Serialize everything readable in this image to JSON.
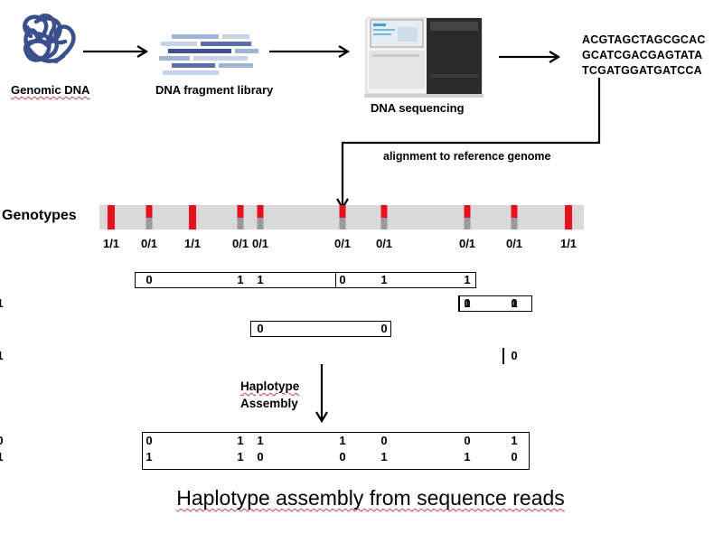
{
  "pipeline": {
    "genomic_dna": "Genomic DNA",
    "fragment_library": "DNA fragment library",
    "sequencing": "DNA sequencing",
    "sequences": [
      "ACGTAGCTAGCGCAC",
      "GCATCGACGAGTATA",
      "TCGATGGATGATCCA"
    ],
    "alignment": "alignment to reference genome"
  },
  "genotypes": {
    "label": "Genotypes",
    "sites": [
      {
        "gt": "1/1",
        "type": "hom"
      },
      {
        "gt": "0/1",
        "type": "het"
      },
      {
        "gt": "1/1",
        "type": "hom"
      },
      {
        "gt": "0/1",
        "type": "het"
      },
      {
        "gt": "0/1",
        "type": "het"
      },
      {
        "gt": "0/1",
        "type": "het"
      },
      {
        "gt": "0/1",
        "type": "het"
      },
      {
        "gt": "0/1",
        "type": "het"
      },
      {
        "gt": "0/1",
        "type": "het"
      },
      {
        "gt": "1/1",
        "type": "hom"
      }
    ]
  },
  "reads": [
    {
      "span": [
        1,
        4
      ],
      "alleles": [
        {
          "site": 1,
          "v": "0"
        },
        {
          "site": 2,
          "v": "1"
        },
        {
          "site": 3,
          "v": "1"
        },
        {
          "site": 4,
          "v": "1"
        }
      ]
    },
    {
      "span": [
        6,
        7
      ],
      "alleles": [
        {
          "site": 6,
          "v": "0"
        },
        {
          "site": 7,
          "v": "1"
        }
      ]
    },
    {
      "span": [
        3,
        5
      ],
      "alleles": [
        {
          "site": 3,
          "v": "0"
        },
        {
          "site": 5,
          "v": "0"
        }
      ]
    },
    {
      "span": [
        7,
        8
      ],
      "alleles": [
        {
          "site": 7,
          "v": "0"
        },
        {
          "site": 8,
          "v": "1"
        }
      ]
    },
    {
      "span": [
        4,
        6
      ],
      "alleles": [
        {
          "site": 4,
          "v": "0"
        },
        {
          "site": 5,
          "v": "1"
        },
        {
          "site": 6,
          "v": "1"
        }
      ]
    },
    {
      "span": [
        6,
        8
      ],
      "alleles": [
        {
          "site": 6,
          "v": "1"
        },
        {
          "site": 7,
          "v": "0"
        },
        {
          "site": 8,
          "v": "1"
        }
      ]
    }
  ],
  "assembly_label": [
    "Haplotype",
    "Assembly"
  ],
  "haplotypes": [
    [
      "0",
      "1",
      "1",
      "1",
      "0",
      "0",
      "1",
      "0"
    ],
    [
      "1",
      "1",
      "0",
      "0",
      "1",
      "1",
      "0",
      "1"
    ]
  ],
  "title": "Haplotype assembly from sequence reads",
  "colors": {
    "hom": "#e8101c",
    "het_top": "#e8101c",
    "het_bottom": "#9a9a9a",
    "track": "#d9d9d9",
    "dna": "#3b4f8c"
  }
}
